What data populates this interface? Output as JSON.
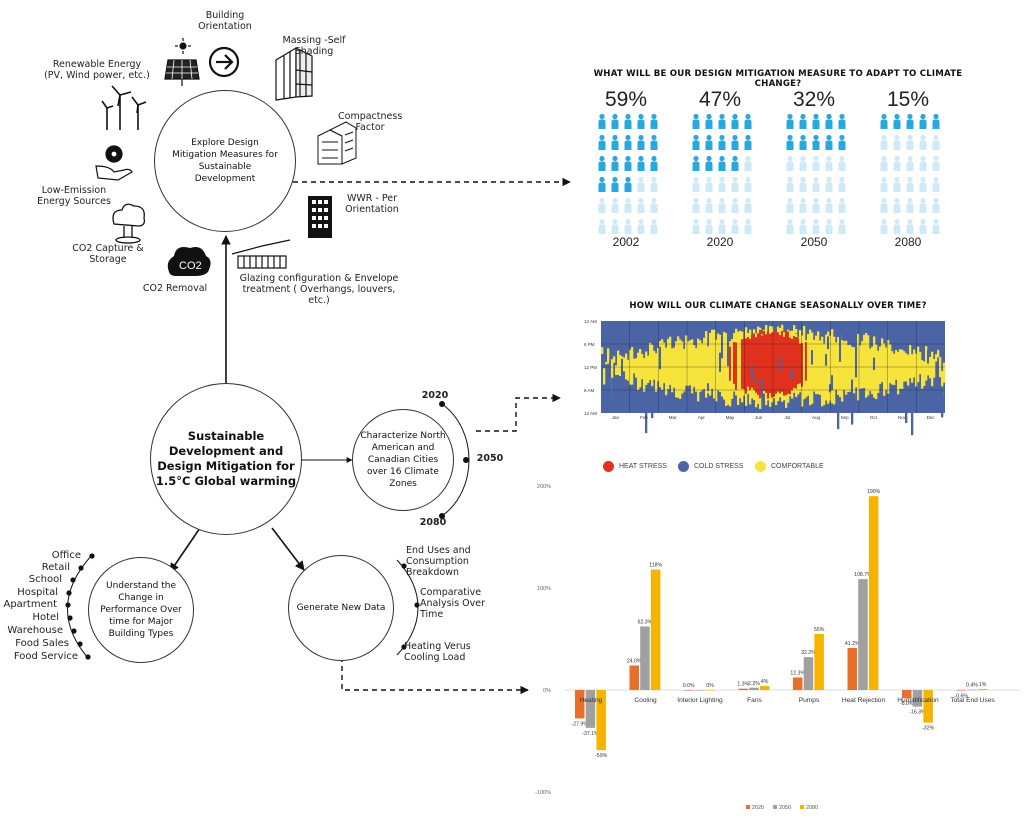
{
  "diagram": {
    "top_circle": {
      "label": "Explore Design Mitigation Measures for Sustainable Development"
    },
    "center_circle": {
      "label": "Sustainable Development and Design Mitigation for 1.5°C Global warming"
    },
    "right_circle": {
      "label": "Characterize North American and Canadian Cities over 16 Climate Zones"
    },
    "left_circle": {
      "label": "Understand the Change in Performance Over time for Major Building Types"
    },
    "data_circle": {
      "label": "Generate New Data"
    },
    "measures": {
      "building_orientation": "Building Orientation",
      "massing": "Massing -Self Shading",
      "compactness": "Compactness Factor",
      "wwr": "WWR - Per Orientation",
      "glazing": "Glazing configuration & Envelope treatment ( Overhangs, louvers, etc.)",
      "co2_removal": "CO2 Removal",
      "co2_capture": "CO2 Capture & Storage",
      "low_emission": "Low-Emission Energy Sources",
      "renewable": "Renewable Energy (PV, Wind power, etc.)",
      "co2_glyph": "CO2"
    },
    "timeline_years": [
      "2020",
      "2050",
      "2080"
    ],
    "building_types": [
      "Office",
      "Retail",
      "School",
      "Hospital",
      "Apartment",
      "Hotel",
      "Warehouse",
      "Food Sales",
      "Food Service"
    ],
    "data_items": [
      "End Uses and Consumption Breakdown",
      "Comparative Analysis Over Time",
      "Heating Verus Cooling Load"
    ]
  },
  "infographic": {
    "title": "WHAT WILL BE OUR DESIGN MITIGATION MEASURE TO ADAPT TO CLIMATE CHANGE?",
    "groups": [
      {
        "pct": "59%",
        "year": "2002",
        "filled": 18
      },
      {
        "pct": "47%",
        "year": "2020",
        "filled": 14
      },
      {
        "pct": "32%",
        "year": "2050",
        "filled": 10
      },
      {
        "pct": "15%",
        "year": "2080",
        "filled": 5
      }
    ],
    "colors": {
      "filled": "#29a8dd",
      "empty": "#cfe9f6"
    }
  },
  "heatmap": {
    "title": "HOW WILL OUR CLIMATE CHANGE SEASONALLY OVER TIME?",
    "y_labels": [
      "12 AM",
      "6 PM",
      "12 PM",
      "6 AM",
      "12 AM"
    ],
    "months": [
      "Jan",
      "Feb",
      "Mar",
      "Apr",
      "May",
      "Jun",
      "Jul",
      "Aug",
      "Sep",
      "Oct",
      "Nov",
      "Dec"
    ],
    "legend": [
      {
        "label": "HEAT STRESS",
        "color": "#e0311e"
      },
      {
        "label": "COLD STRESS",
        "color": "#4a64a6"
      },
      {
        "label": "COMFORTABLE",
        "color": "#f6e33c"
      }
    ]
  },
  "chart_data": {
    "type": "bar",
    "categories": [
      "Heating",
      "Cooling",
      "Interior Lighting",
      "Fans",
      "Pumps",
      "Heat Rejection",
      "Humidification",
      "Total End Uses"
    ],
    "series": [
      {
        "name": "2020",
        "color": "#e8702a",
        "values": [
          -27.9,
          24.0,
          0.0,
          1.3,
          12.3,
          41.2,
          -8.0,
          -0.6
        ],
        "labels": [
          "-27.9%",
          "24.0%",
          "0.0%",
          "1.3%",
          "12.3%",
          "41.2%",
          "-8.0%",
          "-0.6%"
        ]
      },
      {
        "name": "2050",
        "color": "#a0a0a0",
        "values": [
          -37.1,
          62.3,
          0.0,
          2.2,
          32.2,
          108.7,
          -16.3,
          0.4
        ],
        "labels": [
          "-37.1%",
          "62.3%",
          "",
          "2.2%",
          "32.2%",
          "108.7%",
          "-16.3%",
          "0.4%"
        ]
      },
      {
        "name": "2080",
        "color": "#f6b400",
        "values": [
          -59,
          118,
          0,
          4,
          55,
          190,
          -32,
          1
        ],
        "labels": [
          "-59%",
          "118%",
          "0%",
          "4%",
          "55%",
          "190%",
          "-32%",
          "1%"
        ]
      }
    ],
    "y_ticks": [
      200,
      100,
      0,
      -100
    ],
    "y_tick_labels": [
      "200%",
      "100%",
      "0%",
      "-100%"
    ],
    "ylim": [
      -100,
      200
    ],
    "legend": "bottom"
  }
}
